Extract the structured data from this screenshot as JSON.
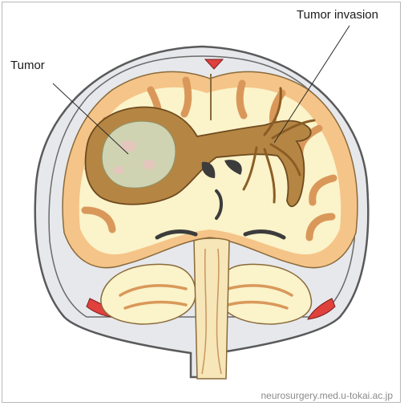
{
  "labels": {
    "tumor": "Tumor",
    "tumor_invasion": "Tumor invasion"
  },
  "credit": "neurosurgery.med.u-tokai.ac.jp",
  "colors": {
    "skull_outline": "#5a5a5a",
    "skull_fill": "#e6e8ec",
    "brain_white_matter": "#fbf3c9",
    "brain_cortex": "#f5c489",
    "tumor_body": "#b58543",
    "tumor_core": "#cfd3b2",
    "ventricle": "#3c3c3c",
    "sinus_red": "#e0413c"
  }
}
